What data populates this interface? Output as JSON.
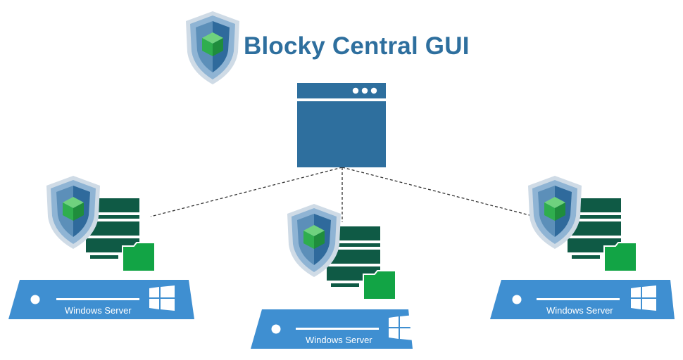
{
  "header": {
    "title": "Blocky Central GUI",
    "logo_icon": "shield-cube-icon"
  },
  "central_window": {
    "icon": "browser-window-icon",
    "dots": 3
  },
  "servers": [
    {
      "label": "Windows Server",
      "os_icon": "windows-logo-icon",
      "badge_icon": "shield-cube-icon",
      "stack_icon": "server-stack-icon",
      "folder_icon": "folder-icon"
    },
    {
      "label": "Windows Server",
      "os_icon": "windows-logo-icon",
      "badge_icon": "shield-cube-icon",
      "stack_icon": "server-stack-icon",
      "folder_icon": "folder-icon"
    },
    {
      "label": "Windows Server",
      "os_icon": "windows-logo-icon",
      "badge_icon": "shield-cube-icon",
      "stack_icon": "server-stack-icon",
      "folder_icon": "folder-icon"
    }
  ],
  "colors": {
    "title": "#2e6f9e",
    "window": "#2e6f9e",
    "server_base": "#3f8fd1",
    "stack": "#0f5a45",
    "folder": "#12a445",
    "shield_outer": "#8fb4d4",
    "shield_left": "#4a7da8",
    "shield_right": "#2f6a9c",
    "cube": "#2fae4e"
  }
}
